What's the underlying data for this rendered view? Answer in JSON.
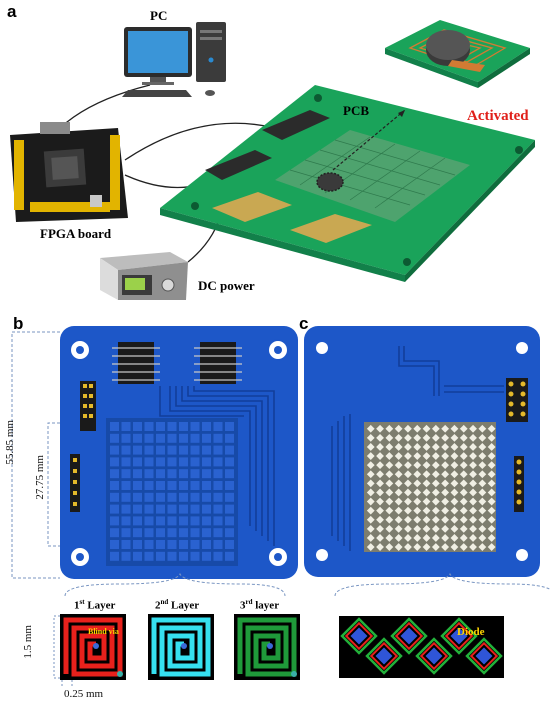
{
  "panels": {
    "a": "a",
    "b": "b",
    "c": "c"
  },
  "panel_a": {
    "pc_label": "PC",
    "pcb_label": "PCB",
    "activated_label": "Activated",
    "fpga_label": "FPGA board",
    "dc_label": "DC power",
    "colors": {
      "board_green": "#1aa35a",
      "activated_red": "#e0201a"
    }
  },
  "panel_b": {
    "dim_outer": "55.85 mm",
    "dim_inner": "27.75 mm",
    "layers": [
      {
        "num": "1",
        "sup": "st",
        "rest": " Layer"
      },
      {
        "num": "2",
        "sup": "nd",
        "rest": " Layer"
      },
      {
        "num": "3",
        "sup": "rd",
        "rest": " layer"
      }
    ],
    "blind_via": "Blind via",
    "dim_coil": "1.5 mm",
    "dim_trace": "0.25 mm"
  },
  "panel_c": {
    "diode_label": "Diode"
  }
}
